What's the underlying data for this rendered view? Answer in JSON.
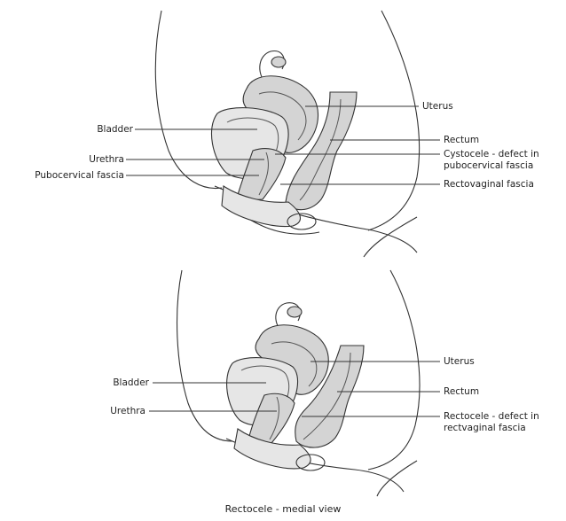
{
  "top_panel": {
    "labels": {
      "bladder": "Bladder",
      "urethra": "Urethra",
      "pubocervical": "Pubocervical fascia",
      "uterus": "Uterus",
      "rectum": "Rectum",
      "cystocele_l1": "Cystocele - defect in",
      "cystocele_l2": "pubocervical fascia",
      "rectovaginal": "Rectovaginal fascia"
    }
  },
  "bottom_panel": {
    "labels": {
      "bladder": "Bladder",
      "urethra": "Urethra",
      "uterus": "Uterus",
      "rectum": "Rectum",
      "rectocele_l1": "Rectocele - defect in",
      "rectocele_l2": "rectvaginal fascia"
    }
  },
  "caption": "Rectocele - medial view"
}
